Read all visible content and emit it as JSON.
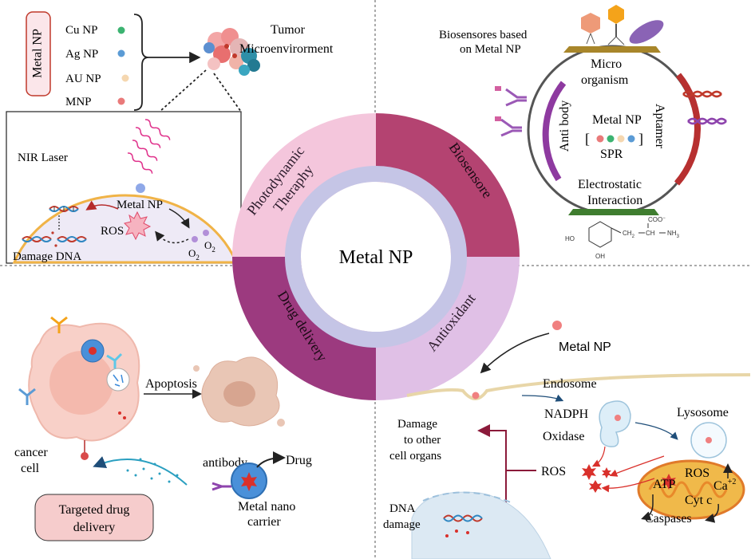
{
  "center": {
    "title": "Metal NP",
    "segments": [
      {
        "label": "Photodynamic",
        "label2": "Theraphy",
        "color": "#f4c6dc"
      },
      {
        "label": "Biosensore",
        "color": "#b44371"
      },
      {
        "label": "Antioxidant",
        "color": "#e0c0e6"
      },
      {
        "label": "Drug delivery",
        "color": "#9c3a7f"
      }
    ],
    "inner_ring_color": "#c5c5e6"
  },
  "top_left": {
    "metal_np_label": "Metal NP",
    "legend": [
      {
        "label": "Cu NP",
        "color": "#3cb371"
      },
      {
        "label": "Ag NP",
        "color": "#5b9bd5"
      },
      {
        "label": "AU NP",
        "color": "#f5d7b0"
      },
      {
        "label": "MNP",
        "color": "#e97a7a"
      }
    ],
    "tumor": "Tumor",
    "tumor2": "Microenvirorment",
    "nir_laser": "NIR Laser",
    "metal_np": "Metal NP",
    "ros": "ROS",
    "damage_dna": "Damage DNA",
    "o2": "O",
    "o2_sub": "2"
  },
  "top_right": {
    "biosensor_title": "Biosensores  based",
    "biosensor_title2": "on Metal NP",
    "micro": "Micro",
    "organism": "organism",
    "antibody": "Anti body",
    "aptamer": "Aptamer",
    "metal_np": "Metal NP",
    "bracket_left": "[",
    "bracket_right": "]",
    "spr": "SPR",
    "electrostatic": "Electrostatic",
    "interaction": "Interaction",
    "molecule": {
      "coo": "COO",
      "coo_sup": "−",
      "ch2": "CH",
      "ch2_sub": "2",
      "ch": "CH",
      "nh3": "NH",
      "nh3_sub": "3",
      "ho": "HO",
      "oh": "OH"
    }
  },
  "bottom_left": {
    "apoptosis": "Apoptosis",
    "cancer": "cancer",
    "cell": "cell",
    "antibody": "antibody",
    "drug": "Drug",
    "carrier1": "Metal nano",
    "carrier2": "carrier",
    "targeted1": "Targeted drug",
    "targeted2": "delivery"
  },
  "bottom_right": {
    "metal_np": "Metal NP",
    "endosome": "Endosome",
    "nadph": "NADPH",
    "oxidase": "Oxidase",
    "lysosome": "Lysosome",
    "damage1": "Damage",
    "damage2": "to other",
    "damage3": "cell organs",
    "ros": "ROS",
    "ros2": "ROS",
    "atp": "ATP",
    "ca": "Ca",
    "ca_sup": "+2",
    "cytc": "Cyt c",
    "caspases": "Caspases",
    "dna": "DNA",
    "dna2": "damage"
  }
}
